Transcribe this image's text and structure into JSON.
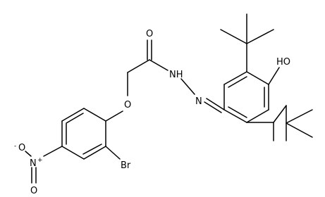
{
  "molecule": {
    "atoms": {
      "carbonyl_oxygen": "O",
      "ether_oxygen": "O",
      "hydrazide_nh": "NH",
      "imine_n": "N",
      "hydroxyl": "HO",
      "bromine": "Br",
      "nitro_n": "N",
      "nitro_n_charge": "+",
      "nitro_o_top": "O",
      "nitro_o_top_charge": "-",
      "nitro_o_bottom": "O"
    }
  }
}
